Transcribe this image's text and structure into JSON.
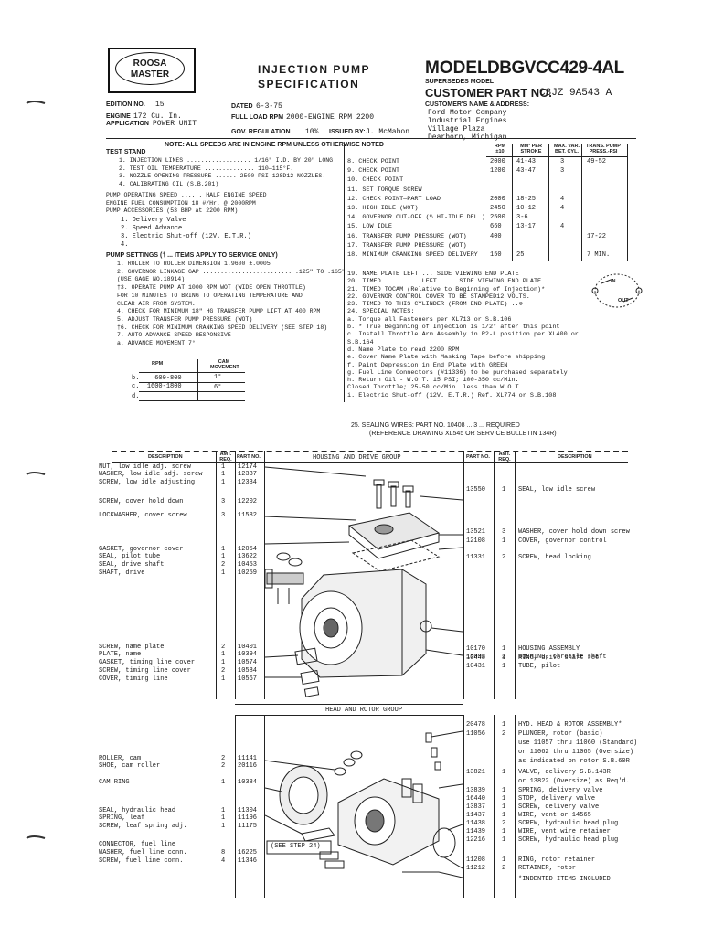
{
  "header": {
    "logo_top": "ROOSA",
    "logo_bottom": "MASTER",
    "title_line1": "INJECTION PUMP",
    "title_line2": "SPECIFICATION",
    "model_label": "MODEL",
    "model_value": "DBGVCC429-4AL",
    "supersedes_label": "SUPERSEDES MODEL",
    "customer_part_label": "CUSTOMER PART NO.",
    "customer_part_value": "C3JZ 9A543 A",
    "customer_name_label": "CUSTOMER'S NAME & ADDRESS:",
    "customer_name_lines": [
      "Ford Motor Company",
      "Industrial Engines",
      "Village Plaza",
      "Dearborn, Michigan"
    ],
    "edition_label": "EDITION NO.",
    "edition_value": "15",
    "dated_label": "DATED",
    "dated_value": "6-3-75",
    "engine_label": "ENGINE",
    "engine_value": "172 Cu. In.",
    "application_label": "APPLICATION",
    "application_value": "POWER UNIT",
    "full_load_label": "FULL LOAD RPM",
    "full_load_value": "2000-ENGINE RPM 2200",
    "gov_label": "GOV. REGULATION",
    "gov_value": "10%",
    "issued_label": "ISSUED BY:",
    "issued_value": "J. McMahon",
    "note": "NOTE: ALL SPEEDS ARE IN ENGINE RPM UNLESS OTHERWISE NOTED"
  },
  "left_spec": {
    "test_stand": "TEST STAND",
    "items": [
      "1. INJECTION LINES .................. 1/16\"  I.D. BY 20\" LONG",
      "2. TEST OIL TEMPERATURE .............. 110—115°F.",
      "3. NOZZLE OPENING PRESSURE ...... 2500 PSI  12SD12 NOZZLES.",
      "4. CALIBRATING OIL  (S.B.201)"
    ],
    "pump_op_speed": "PUMP OPERATING SPEED ...... HALF                 ENGINE SPEED",
    "fuel_consumption": "ENGINE FUEL CONSUMPTION  18 #/Hr. @ 2000RPM",
    "accessories": "PUMP ACCESSORIES          (53 BHP at 2200 RPM)",
    "acc_items": [
      "1. Delivery Valve",
      "2. Speed Advance",
      "3. Electric Shut-off (12V. E.T.R.)",
      "4."
    ],
    "settings_title": "PUMP SETTINGS († ... ITEMS APPLY TO SERVICE ONLY)",
    "settings": [
      "1. ROLLER TO ROLLER DIMENSION  1.9600  ±.0005",
      "2. GOVERNOR LINKAGE GAP ......................... .125\" TO .165\"",
      "     (USE GAGE NO.18914)",
      "†3. OPERATE PUMP AT 1000 RPM WOT (WIDE OPEN THROTTLE)",
      "     FOR 10 MINUTES TO BRING TO OPERATING TEMPERATURE AND",
      "     CLEAR AIR FROM SYSTEM.",
      "4. CHECK FOR MINIMUM 18\" HG TRANSFER PUMP LIFT AT 400 RPM",
      "5. ADJUST TRANSFER PUMP PRESSURE (WOT)",
      "†6. CHECK FOR MINIMUM CRANKING SPEED DELIVERY (SEE STEP 18)",
      "7. AUTO ADVANCE          SPEED RESPONSIVE",
      "   a. ADVANCE MOVEMENT  7°"
    ],
    "advance_table": {
      "col1": "RPM",
      "col2": "CAM MOVEMENT",
      "rows": [
        [
          "b.",
          "600-800",
          "1°"
        ],
        [
          "c.",
          "1600-1800",
          "6°"
        ],
        [
          "d.",
          "",
          ""
        ]
      ]
    }
  },
  "right_spec": {
    "col_headers": [
      "RPM ±10",
      "MM³ PER STROKE",
      "MAX. VAR. BET. CYL.",
      "TRANS. PUMP PRESS.-PSI"
    ],
    "rows": [
      [
        "8. CHECK POINT",
        "2000",
        "41-43",
        "3",
        "49-52"
      ],
      [
        "9. CHECK POINT",
        "1200",
        "43-47",
        "3",
        ""
      ],
      [
        "10. CHECK POINT",
        "",
        "",
        "",
        ""
      ],
      [
        "11. SET TORQUE SCREW",
        "",
        "",
        "",
        ""
      ],
      [
        "12. CHECK POINT—PART LOAD",
        "2000",
        "18-25",
        "4",
        ""
      ],
      [
        "13. HIGH IDLE (WOT)",
        "2450",
        "10-12",
        "4",
        ""
      ],
      [
        "14. GOVERNOR CUT-OFF (½ HI-IDLE DEL.)",
        "2500",
        "3-6",
        "",
        ""
      ],
      [
        "15. LOW IDLE",
        "660",
        "13-17",
        "4",
        ""
      ],
      [
        "16. TRANSFER PUMP PRESSURE (WOT)",
        "400",
        "",
        "",
        "17-22"
      ],
      [
        "17. TRANSFER PUMP PRESSURE (WOT)",
        "",
        "",
        "",
        ""
      ],
      [
        "18. MINIMUM CRANKING SPEED DELIVERY",
        "150",
        "25",
        "",
        "7 MIN."
      ]
    ],
    "lower": [
      "19. NAME PLATE  LEFT ... SIDE VIEWING END PLATE",
      "20. TIMED ......... LEFT .... SIDE VIEWING END PLATE",
      "21. TIMED TOCAM (Relative to Beginning of Injection)*",
      "22. GOVERNOR CONTROL COVER TO BE STAMPED12 VOLTS.",
      "23. TIMED TO THIS CYLINDER  (FROM END PLATE) ..⊗",
      "24. SPECIAL NOTES:",
      "a. Torque all Fasteners per XL713 or S.B.106",
      "b. * True Beginning of Injection is 1/2° after this point",
      "c. Install Throttle Arm Assembly in R2-L position per XL400 or",
      "    S.B.164",
      "d. Name Plate to read 2200 RPM",
      "e. Cover Name Plate with Masking Tape before shipping",
      "f. Paint Depression in End Plate with GREEN",
      "g. Fuel Line Connectors (#11336) to be purchased separately",
      "h. Return Oil - W.O.T. 15 PSI; 100-350 cc/Min.",
      "    Closed Throttle; 25-50 cc/Min. less than W.O.T.",
      "i. Electric Shut-off (12V. E.T.R.) Ref. XL774 or S.B.108"
    ],
    "sealing_1": "25. SEALING WIRES:  PART NO. 10408 ... 3 ... REQUIRED",
    "sealing_2": "(REFERENCE DRAWING XL545 OR SERVICE BULLETIN 134R)",
    "gov_diag_top": "IN",
    "gov_diag_bottom": "OUT"
  },
  "parts_headers": {
    "desc": "DESCRIPTION",
    "amt": "AMT. REQ.",
    "part": "PART NO.",
    "group1": "HOUSING AND DRIVE GROUP",
    "group2": "HEAD AND ROTOR GROUP",
    "see_step": "(SEE STEP 24)"
  },
  "left_parts": [
    [
      "NUT, low idle adj. screw",
      "1",
      "12174"
    ],
    [
      "WASHER, low idle adj. screw",
      "1",
      "12337"
    ],
    [
      "SCREW, low idle adjusting",
      "1",
      "12334"
    ],
    [
      "SCREW, cover hold down",
      "3",
      "12202"
    ],
    [
      "LOCKWASHER, cover screw",
      "3",
      "11582"
    ],
    [
      "GASKET, governor cover",
      "1",
      "12054"
    ],
    [
      "SEAL, pilot tube",
      "1",
      "13622"
    ],
    [
      "SEAL, drive shaft",
      "2",
      "10453"
    ],
    [
      "SHAFT, drive",
      "1",
      "10259"
    ],
    [
      "SCREW, name plate",
      "2",
      "10401"
    ],
    [
      "PLATE, name",
      "1",
      "10394"
    ],
    [
      "GASKET, timing line cover",
      "1",
      "10574"
    ],
    [
      "SCREW, timing line cover",
      "2",
      "10584"
    ],
    [
      "COVER, timing line",
      "1",
      "10567"
    ],
    [
      "ROLLER, cam",
      "2",
      "11141"
    ],
    [
      "SHOE, cam roller",
      "2",
      "20116"
    ],
    [
      "CAM RING",
      "1",
      "10384"
    ],
    [
      "SEAL, hydraulic head",
      "1",
      "11304"
    ],
    [
      "SPRING, leaf",
      "1",
      "11196"
    ],
    [
      "SCREW, leaf spring adj.",
      "1",
      "11175"
    ],
    [
      "CONNECTOR, fuel line",
      "",
      ""
    ],
    [
      "WASHER, fuel line conn.",
      "8",
      "16225"
    ],
    [
      "SCREW, fuel line conn.",
      "4",
      "11346"
    ]
  ],
  "right_parts": [
    [
      "13550",
      "1",
      "SEAL, low idle screw"
    ],
    [
      "13521",
      "3",
      "WASHER, cover hold down screw"
    ],
    [
      "12108",
      "1",
      "COVER, governor control"
    ],
    [
      "11331",
      "2",
      "SCREW, head locking"
    ],
    [
      "10448",
      "1",
      "RING, drive shaft ret."
    ],
    [
      "10170",
      "1",
      "HOUSING ASSEMBLY"
    ],
    [
      "15093",
      "2",
      "  BUSHING, throttle shaft"
    ],
    [
      "10431",
      "1",
      "  TUBE, pilot"
    ],
    [
      "20478",
      "1",
      "HYD. HEAD & ROTOR ASSEMBLY*"
    ],
    [
      "11056",
      "2",
      "  PLUNGER, rotor (basic)"
    ],
    [
      "",
      "",
      "use 11057 thru 11060 (Standard)"
    ],
    [
      "",
      "",
      "or 11062 thru 11065 (Oversize)"
    ],
    [
      "",
      "",
      "as indicated on rotor S.B.60R"
    ],
    [
      "13821",
      "1",
      "VALVE, delivery    S.B.143R"
    ],
    [
      "",
      "",
      "or 13822 (Oversize) as Req'd."
    ],
    [
      "13839",
      "1",
      "SPRING, delivery valve"
    ],
    [
      "16440",
      "1",
      "STOP, delivery valve"
    ],
    [
      "13837",
      "1",
      "SCREW, delivery valve"
    ],
    [
      "11437",
      "1",
      "WIRE, vent or 14565"
    ],
    [
      "11438",
      "2",
      "  SCREW, hydraulic head plug"
    ],
    [
      "11439",
      "1",
      "  WIRE, vent wire retainer"
    ],
    [
      "12216",
      "1",
      "  SCREW, hydraulic head plug"
    ],
    [
      "11208",
      "1",
      "RING, rotor retainer"
    ],
    [
      "11212",
      "2",
      "RETAINER, rotor"
    ],
    [
      "",
      "",
      "*INDENTED ITEMS INCLUDED"
    ]
  ]
}
